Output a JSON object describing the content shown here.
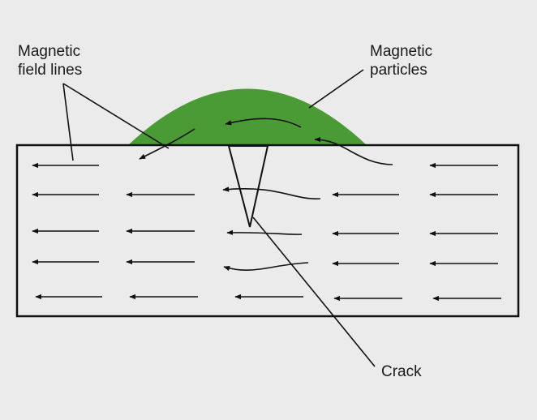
{
  "labels": {
    "field_lines": [
      "Magnetic",
      "field lines"
    ],
    "particles": [
      "Magnetic",
      "particles"
    ],
    "crack": "Crack"
  },
  "colors": {
    "background": "#ebebeb",
    "particles": "#4a9a35",
    "lines": "#111111"
  }
}
